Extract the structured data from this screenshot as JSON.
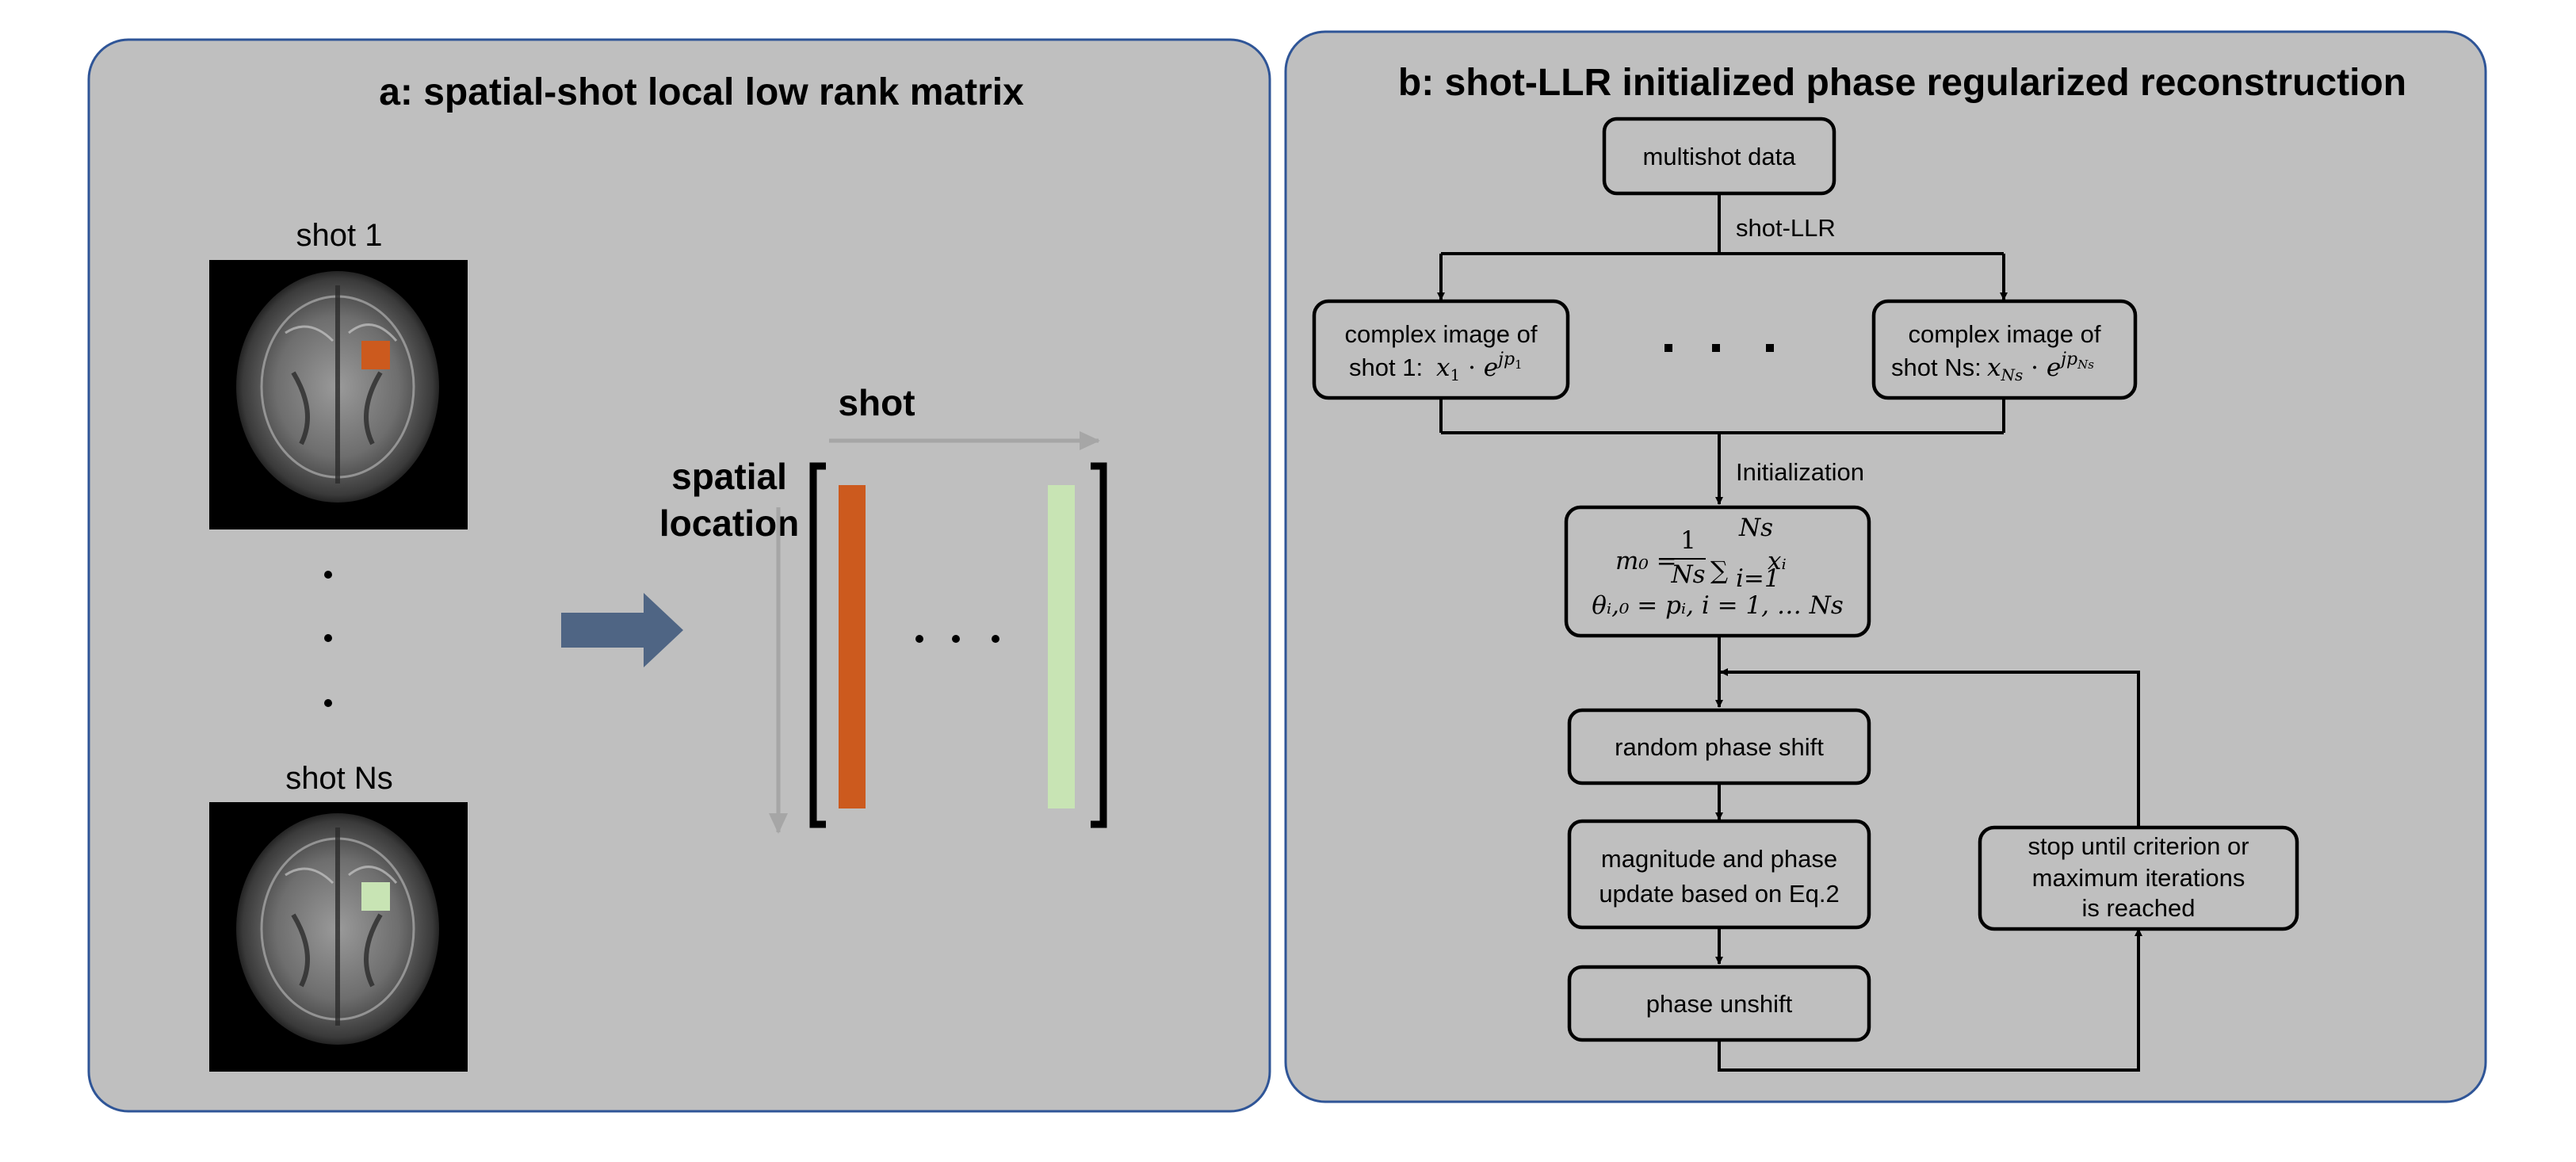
{
  "panel_a": {
    "title": "a: spatial-shot local low rank matrix",
    "shot1_label": "shot 1",
    "shotNs_label": "shot Ns",
    "shot_axis_label": "shot",
    "spatial_label_1": "spatial",
    "spatial_label_2": "location",
    "colors": {
      "orange": "#cc5a1e",
      "green": "#c8e4b4",
      "arrow": "#4f6584",
      "axis_arrow": "#a6a6a6"
    }
  },
  "panel_b": {
    "title": "b: shot-LLR initialized phase regularized reconstruction",
    "multishot": "multishot data",
    "shot_llr": "shot-LLR",
    "complex1_line1": "complex image of",
    "complex1_line2": "shot 1:",
    "complexNs_line1": "complex image of",
    "complexNs_line2": "shot Ns:",
    "initialization": "Initialization",
    "eq_m0": "m₀ =",
    "eq_frac_num": "1",
    "eq_frac_den": "Ns",
    "eq_sum": "∑",
    "eq_sum_top": "Ns",
    "eq_sum_bottom": "i=1",
    "eq_xi": "xᵢ",
    "eq_theta": "θᵢ,₀ = pᵢ, i = 1, … Ns",
    "random_phase": "random phase shift",
    "mag_phase_1": "magnitude and phase",
    "mag_phase_2": "update based on Eq.2",
    "phase_unshift": "phase unshift",
    "stop_1": "stop until criterion or",
    "stop_2": "maximum iterations",
    "stop_3": "is reached"
  },
  "colors": {
    "panel_bg": "#bfbfbf",
    "panel_border": "#2f5597"
  }
}
